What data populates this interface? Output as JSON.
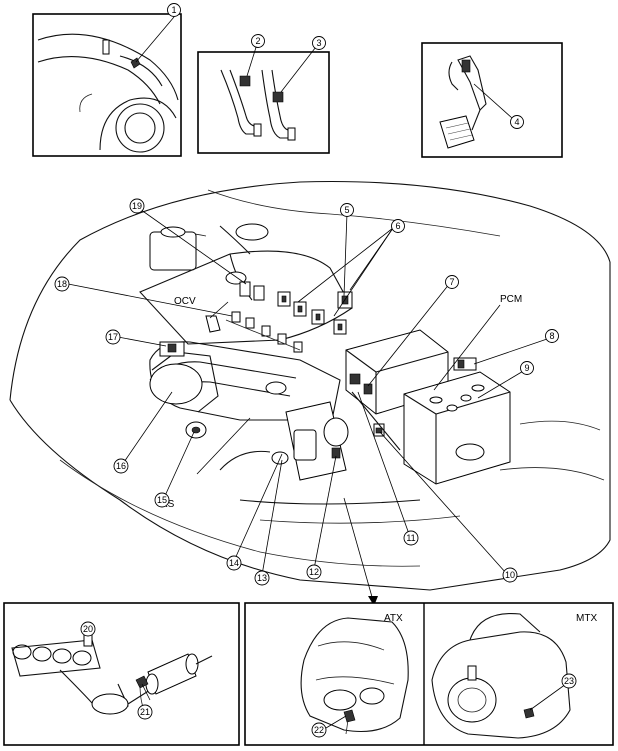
{
  "labels": {
    "ocv": "OCV",
    "pcm": "PCM",
    "ks": "KS",
    "atx": "ATX",
    "mtx": "MTX"
  },
  "callouts": [
    {
      "id": "c1",
      "text": "1"
    },
    {
      "id": "c2",
      "text": "2"
    },
    {
      "id": "c3",
      "text": "3"
    },
    {
      "id": "c4",
      "text": "4"
    },
    {
      "id": "c5",
      "text": "5"
    },
    {
      "id": "c6",
      "text": "6"
    },
    {
      "id": "c7",
      "text": "7"
    },
    {
      "id": "c8",
      "text": "8"
    },
    {
      "id": "c9",
      "text": "9"
    },
    {
      "id": "c10",
      "text": "10"
    },
    {
      "id": "c11",
      "text": "11"
    },
    {
      "id": "c12",
      "text": "12"
    },
    {
      "id": "c13",
      "text": "13"
    },
    {
      "id": "c14",
      "text": "14"
    },
    {
      "id": "c15",
      "text": "15"
    },
    {
      "id": "c16",
      "text": "16"
    },
    {
      "id": "c17",
      "text": "17"
    },
    {
      "id": "c18",
      "text": "18"
    },
    {
      "id": "c19",
      "text": "19"
    },
    {
      "id": "c20",
      "text": "20"
    },
    {
      "id": "c21",
      "text": "21"
    },
    {
      "id": "c22",
      "text": "22"
    },
    {
      "id": "c23",
      "text": "23"
    }
  ]
}
